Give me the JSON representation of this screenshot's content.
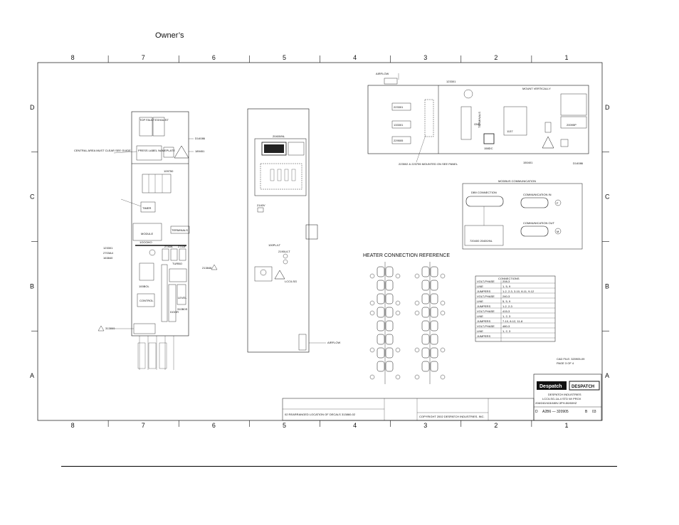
{
  "page": {
    "header_text": "Owner’s"
  },
  "drawing": {
    "zone_columns": [
      "8",
      "7",
      "6",
      "5",
      "4",
      "3",
      "2",
      "1"
    ],
    "zone_rows": [
      "D",
      "C",
      "B",
      "A"
    ],
    "left_panel": {
      "labels": [
        "TOP FAULT",
        "EXHAUST",
        "D14086",
        "189451",
        "PRESS LABEL NAMEPLATE",
        "CENTRAL AREA MUST CLEAR SEE GUIDE",
        "109750",
        "TIMER",
        "TERMINALS",
        "123301",
        "2703A4",
        "163840",
        "1OOOHO",
        "2740A",
        "2743F",
        "MODULE",
        "213848",
        "TURBO",
        "LEVEL",
        "DOOR",
        "100BOL",
        "CONTROL",
        "310B0S",
        "313860"
      ]
    },
    "center_panel": {
      "labels": [
        "20400/NL",
        "2140V",
        "100PL/LT",
        "2190L/LT",
        "LCC/LSG",
        "AIRFLOW"
      ]
    },
    "top_right": {
      "labels": [
        "AIRFLOW",
        "123301",
        "MOUNT VERTICALLY",
        "223301",
        "133301",
        "229505",
        "TERMINALS",
        "GND",
        "1137",
        "158DC",
        "20095P",
        "150401",
        "D14086",
        "223502 & 223755 MOUNTED ON SEE PANEL"
      ]
    },
    "modbus": {
      "title": "MODBUS COMMUNICATION",
      "labels": [
        "DB9 CONNECTION",
        "COMMUNICATION IN",
        "COMMUNICATION OUT",
        "F",
        "M",
        "720400 20400/NL"
      ]
    },
    "heater": {
      "title": "HEATER CONNECTION REFERENCE",
      "connections_title": "CONNECTIONS",
      "table_rows": [
        [
          "VOLT-PHASE",
          "208-3"
        ],
        [
          "LINE",
          "1, 5, 9"
        ],
        [
          "JUMPERS",
          "1-2, 2-3, 3-10, 8-11, 9-12"
        ],
        [
          "VOLT-PHASE",
          "240-3"
        ],
        [
          "LINE",
          "5, 5, 9"
        ],
        [
          "JUMPERS",
          "1-2, 2-3"
        ],
        [
          "VOLT-PHASE",
          "415-3"
        ],
        [
          "LINE",
          "1, 2, 3"
        ],
        [
          "JUMPERS",
          "7-10, 8-12, 11-8"
        ],
        [
          "VOLT-PHASE",
          "480-3"
        ],
        [
          "LINE",
          "1, 2, 3"
        ],
        [
          "JUMPERS",
          ""
        ]
      ]
    },
    "notes": {
      "cad_file": "CAD FILE: 320905-09",
      "page": "PAGE 3 OF 4"
    },
    "title_block": {
      "brand_left": "Despatch",
      "brand_right": "DESPATCH",
      "company": "DESPATCH INDUSTRIES",
      "desc1": "LCC/LSG-1A-4 STD W/ PROX",
      "desc2": "208/240/415/480V-3PH-50/60HZ",
      "size": "D",
      "doc_no": "A2B6 — 320905",
      "sheet": "B",
      "rev": "03",
      "copyright": "COPYRIGHT 2002 DESPATCH INDUSTRIES, INC.",
      "revision_note": "02 REARRANGED LOCATION OF DECALS 313860-02"
    }
  },
  "colors": {
    "ink": "#111111",
    "paper": "#ffffff",
    "rule": "#000000"
  }
}
